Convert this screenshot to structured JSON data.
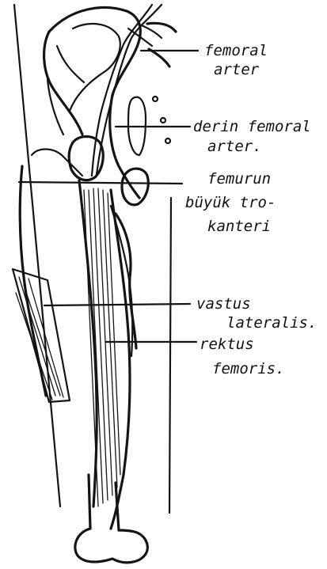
{
  "labels": {
    "femoral_arter": [
      "femoral",
      "arter"
    ],
    "derin_femoral_arter": [
      "derin femoral",
      "arter."
    ],
    "femurun_buyuk_trokanteri": [
      "femurun",
      "büyük  tro-",
      "kanteri"
    ],
    "vastus_lateralis": [
      "vastus",
      "lateralis."
    ],
    "rektus_femoris": [
      "rektus",
      "femoris."
    ]
  },
  "colors": {
    "ink": "#141414",
    "paper": "#ffffff"
  }
}
